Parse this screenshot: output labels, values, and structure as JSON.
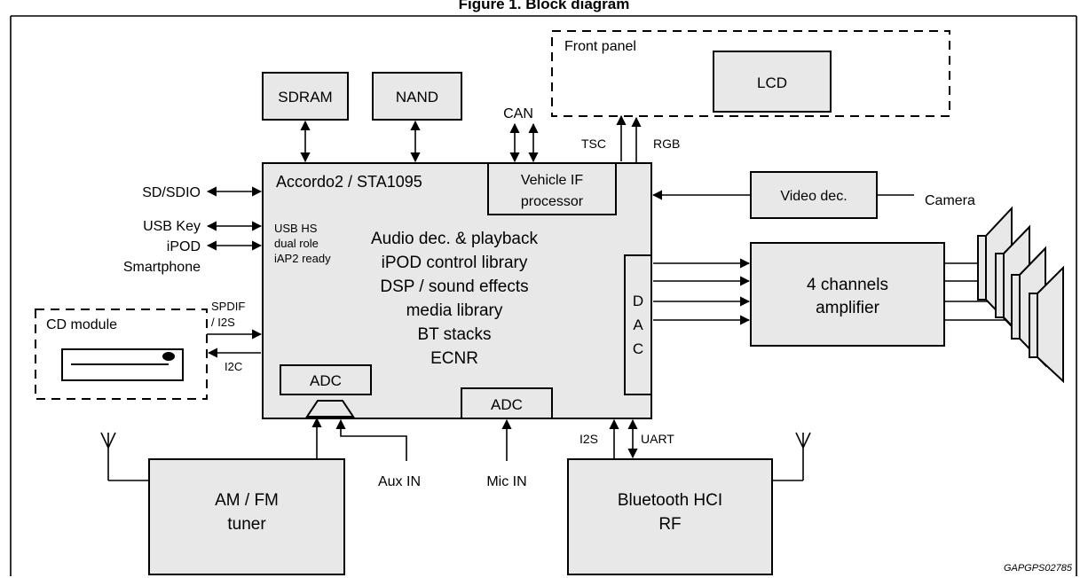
{
  "figure": {
    "title": "Figure 1. Block diagram",
    "ref_code": "GAPGPS02785"
  },
  "soc": {
    "name": "Accordo2 / STA1095",
    "usb_note": [
      "USB HS",
      "dual role",
      "iAP2 ready"
    ],
    "functions": [
      "Audio dec. & playback",
      "iPOD control library",
      "DSP / sound effects",
      "media library",
      "BT stacks",
      "ECNR"
    ],
    "vehicle_if": [
      "Vehicle IF",
      "processor"
    ],
    "adc_left": "ADC",
    "adc_right": "ADC",
    "dac_letters": [
      "D",
      "A",
      "C"
    ]
  },
  "memory": {
    "sdram": "SDRAM",
    "nand": "NAND"
  },
  "front_panel": {
    "label": "Front panel",
    "lcd": "LCD"
  },
  "signals": {
    "can": "CAN",
    "tsc": "TSC",
    "rgb": "RGB",
    "sd": "SD/SDIO",
    "usb_key": "USB Key",
    "ipod": "iPOD",
    "smartphone": "Smartphone",
    "spdif": [
      "SPDIF",
      "/ I2S"
    ],
    "i2c": "I2C",
    "i2s": "I2S",
    "uart": "UART",
    "aux_in": "Aux IN",
    "mic_in": "Mic IN",
    "camera": "Camera"
  },
  "blocks": {
    "video_dec": "Video dec.",
    "amplifier": [
      "4 channels",
      "amplifier"
    ],
    "cd_module": "CD module",
    "tuner": [
      "AM / FM",
      "tuner"
    ],
    "bluetooth": [
      "Bluetooth HCI",
      "RF"
    ]
  }
}
